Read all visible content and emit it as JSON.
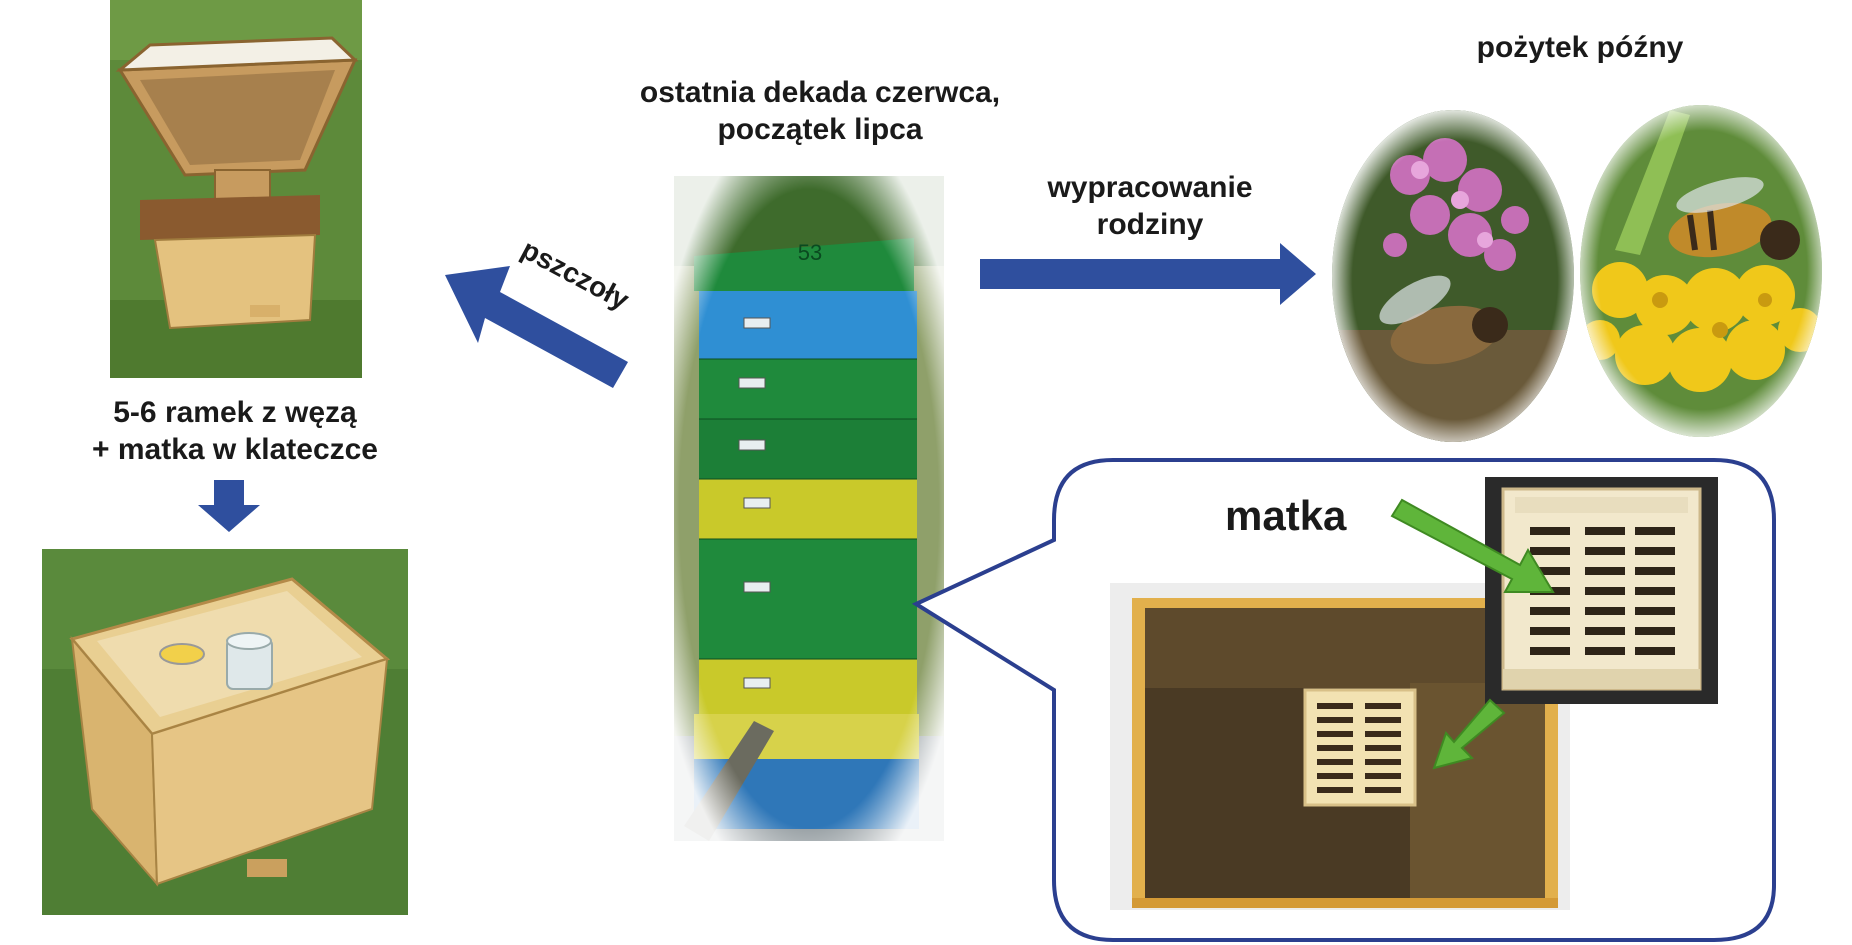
{
  "labels": {
    "top_center_line1": "ostatnia dekada czerwca,",
    "top_center_line2": "początek lipca",
    "top_right": "pożytek późny",
    "bees_arrow": "pszczoły",
    "right_arrow_line1": "wypracowanie",
    "right_arrow_line2": "rodziny",
    "left_middle_line1": "5-6 ramek z węzą",
    "left_middle_line2": "+ matka w klateczce",
    "queen": "matka"
  },
  "hive_box_number": "53",
  "colors": {
    "arrow_blue": "#2f4f9e",
    "arrow_green": "#5fb53a",
    "callout_border": "#2b3f8f",
    "hive_green": "#1f8a3c",
    "hive_blue": "#2f8fd3",
    "hive_yellow": "#c9c92a"
  }
}
